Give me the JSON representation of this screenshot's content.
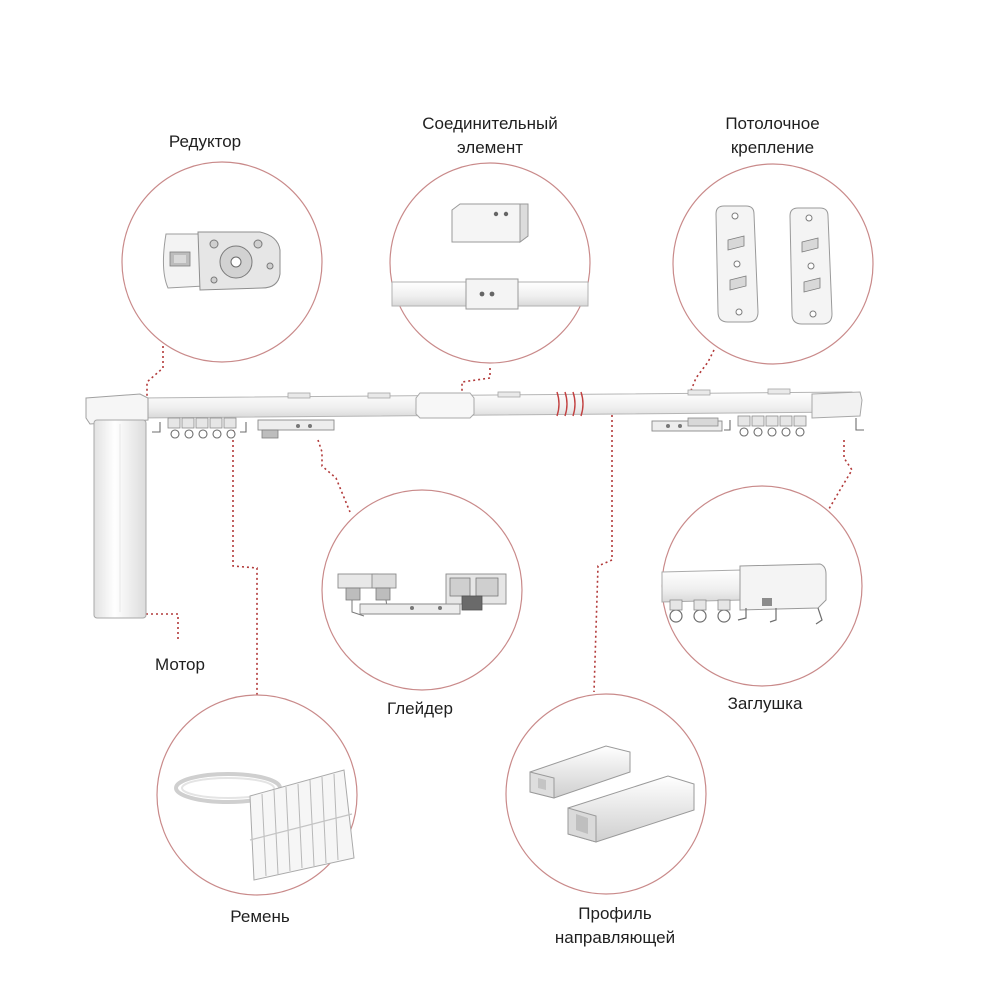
{
  "labels": {
    "reduktor": "Редуктор",
    "soed_line1": "Соединительный",
    "soed_line2": "элемент",
    "potol_line1": "Потолочное",
    "potol_line2": "крепление",
    "motor": "Мотор",
    "gleider": "Глейдер",
    "zaglushka": "Заглушка",
    "remen": "Ремень",
    "profil_line1": "Профиль",
    "profil_line2": "направляющей"
  },
  "colors": {
    "circle_stroke": "#c98a8a",
    "leader": "#b23a3a",
    "rail": "#f4f4f4",
    "part_stroke": "#9a9a9a",
    "belt_ring": "#cfcfcf"
  }
}
